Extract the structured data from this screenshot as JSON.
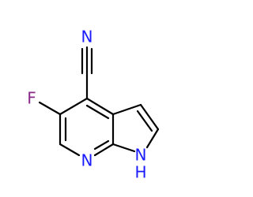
{
  "molecule": {
    "atoms": {
      "nitrile_n": {
        "label": "N",
        "color": "#1a1aff"
      },
      "fluorine": {
        "label": "F",
        "color": "#8b2a8b"
      },
      "pyridine_n": {
        "label": "N",
        "color": "#1a1aff"
      },
      "pyrrole_nh": {
        "label": "H",
        "n_label": "N",
        "color": "#1a1aff"
      }
    },
    "colors": {
      "bond": "#000000",
      "nitrogen": "#1a1aff",
      "fluorine": "#8b2a8b"
    }
  }
}
